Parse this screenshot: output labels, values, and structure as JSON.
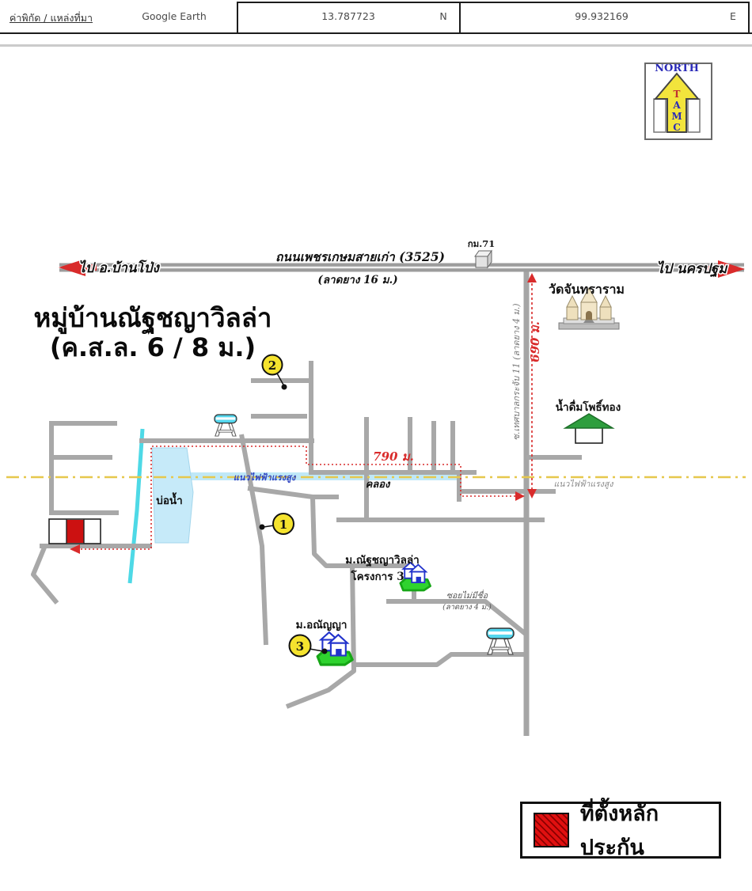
{
  "header": {
    "label": "ค่าพิกัด / แหล่งที่มา",
    "source": "Google Earth",
    "lat": "13.787723",
    "lat_dir": "N",
    "lng": "99.932169",
    "lng_dir": "E"
  },
  "compass": {
    "north": "NORTH",
    "letters": [
      "T",
      "A",
      "M",
      "C"
    ]
  },
  "title": {
    "line1": "หมู่บ้านณัฐชญาวิลล่า",
    "line2": "(ค.ส.ล. 6 / 8 ม.)"
  },
  "roads": {
    "main_road_name": "ถนนเพชรเกษมสายเก่า (3525)",
    "main_road_surface": "(ลาดยาง 16 ม.)",
    "to_west": "ไป อ.บ้านโป่ง",
    "to_east": "ไป นครปฐม",
    "km_marker": "กม.71",
    "soi_name": "ซ.เทศบาลกระจับ 11 (ลาดยาง 4 ม.)",
    "unnamed_soi": "ซอยไม่มีชื่อ",
    "unnamed_soi_surface": "(ลาดยาง 4 ม.)"
  },
  "distances": {
    "d690": "690 ม.",
    "d790": "790 ม."
  },
  "places": {
    "temple": "วัดจันทราราม",
    "water_shop": "น้ำดื่มโพธิ์ทอง",
    "canal": "คลอง",
    "pond": "บ่อน้ำ",
    "power_line_left": "แนวไฟฟ้าแรงสูง",
    "power_line_right": "แนวไฟฟ้าแรงสูง",
    "village3_line1": "ม.ณัฐชญาวิลล่า",
    "village3_line2": "โครงการ 3",
    "village_a": "ม.อณัญญา"
  },
  "markers": {
    "m1": "1",
    "m2": "2",
    "m3": "3"
  },
  "legend": {
    "text": "ที่ตั้งหลักประกัน"
  },
  "colors": {
    "road_gray": "#a8a8a8",
    "highway_gray": "#9c9c9c",
    "red_accent": "#d92b2b",
    "legend_red": "#e01010",
    "canal_blue": "#bfe8f7",
    "stream_cyan": "#4ed9e6",
    "powerline_yellow": "#e6c84d",
    "marker_yellow": "#f5e32e",
    "village_green": "#2fd32f",
    "logo_blue": "#2a2ab8",
    "logo_yellow": "#f2e43c"
  }
}
